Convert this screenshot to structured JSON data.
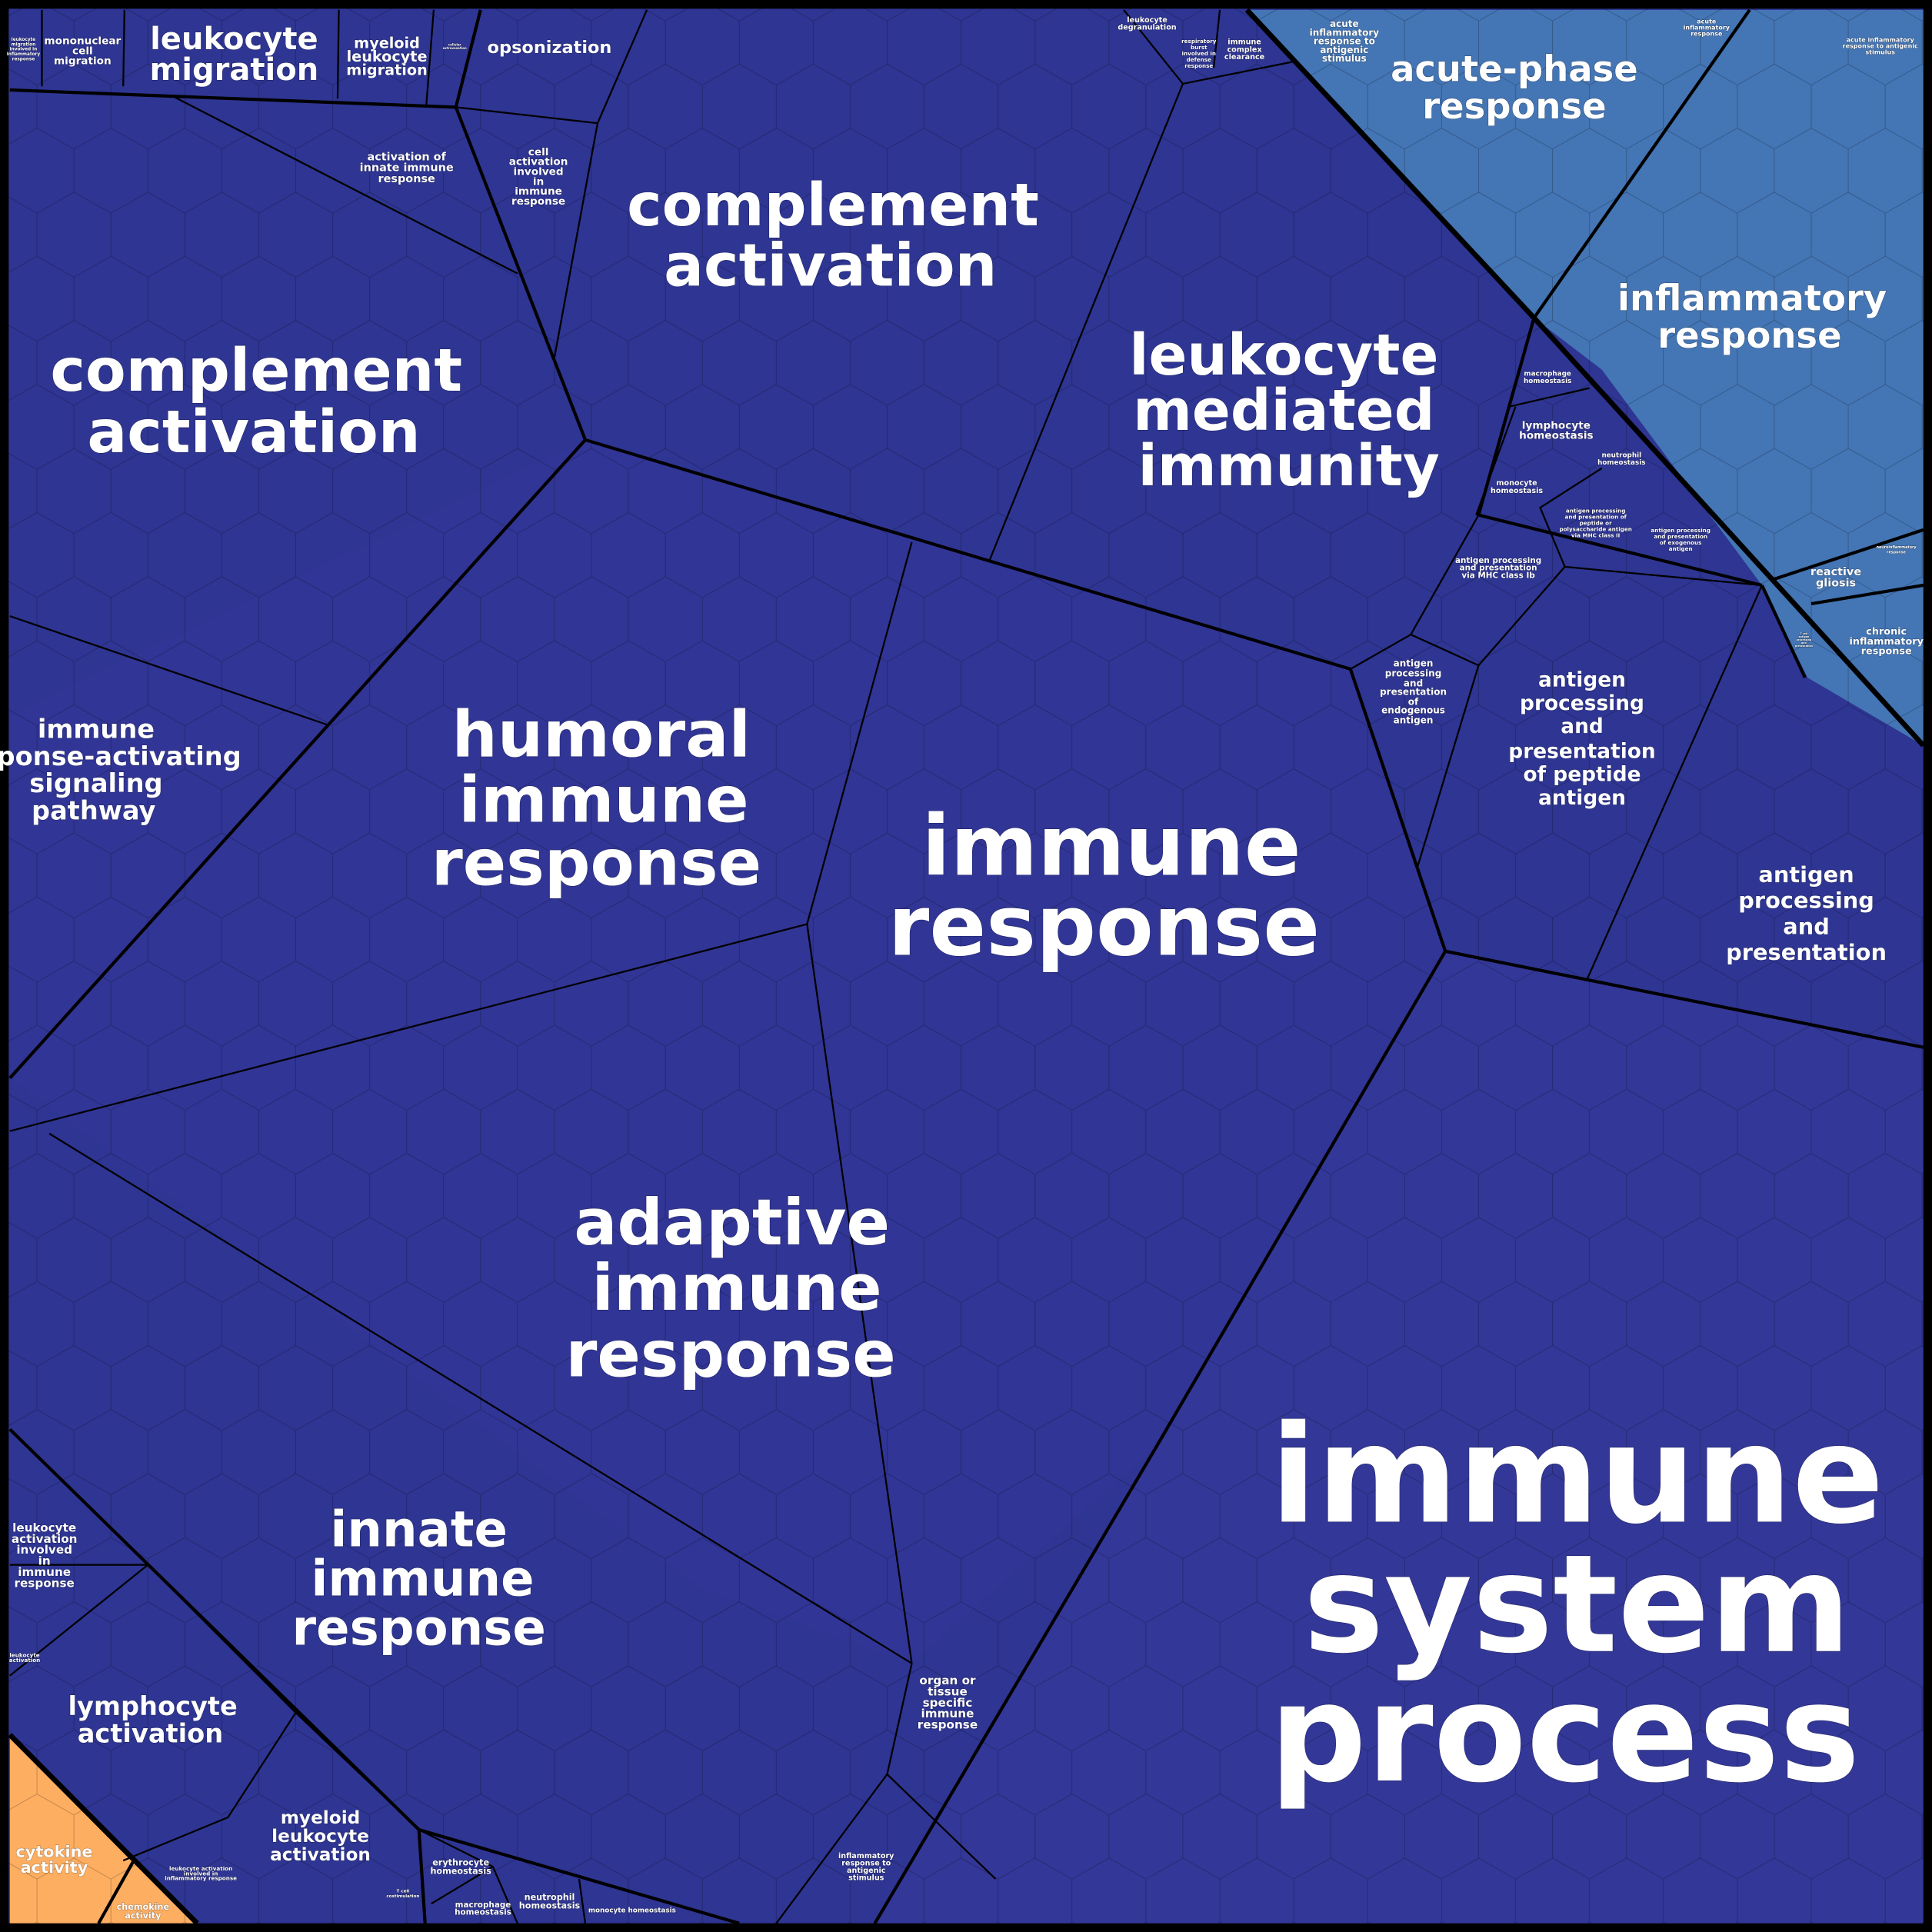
{
  "colors": {
    "immune": "#2e3592",
    "immune_alt": "#323696",
    "inflammatory": "#4475b4",
    "cytokine": "#fdae61",
    "border": "#000000",
    "label": "#ffffff"
  },
  "regions": {
    "immune_system_process": "immune system process",
    "immune_response": "immune response",
    "adaptive_immune_response": "adaptive immune response",
    "humoral_immune_response": "humoral immune response",
    "innate_immune_response": "innate immune response",
    "complement_activation_left": "complement activation",
    "complement_activation_top": "complement activation",
    "leukocyte_mediated_immunity": "leukocyte mediated immunity",
    "immune_response_activating_signaling_pathway": "immune response-activating signaling pathway",
    "leukocyte_migration": "leukocyte migration",
    "mononuclear_cell_migration": "mononuclear cell migration",
    "leukocyte_migration_inflammatory": "leukocyte migration involved in inflammatory response",
    "myeloid_leukocyte_migration": "myeloid leukocyte migration",
    "cellular_extravasation": "cellular extravasation",
    "opsonization": "opsonization",
    "activation_of_innate_immune_response": "activation of innate immune response",
    "cell_activation_involved_in_immune_response": "cell activation involved in immune response",
    "leukocyte_degranulation": "leukocyte degranulation",
    "respiratory_burst": "respiratory burst involved in defense response",
    "immune_complex_clearance": "immune complex clearance",
    "acute_phase_response": "acute-phase response",
    "acute_inflammatory_response_to_antigenic_stimulus_1": "acute inflammatory response to antigenic stimulus",
    "acute_inflammatory_response": "acute inflammatory response",
    "acute_inflammatory_response_to_antigenic_stimulus_2": "acute inflammatory response to antigenic stimulus",
    "inflammatory_response": "inflammatory response",
    "reactive_gliosis": "reactive gliosis",
    "neuroinflammatory_response": "neuroinflammatory response",
    "chronic_inflammatory_response": "chronic inflammatory response",
    "macrophage_homeostasis_top": "macrophage homeostasis",
    "lymphocyte_homeostasis": "lymphocyte homeostasis",
    "neutrophil_homeostasis_top": "neutrophil homeostasis",
    "monocyte_homeostasis_top": "monocyte homeostasis",
    "antigen_pp_mhc_ii": "antigen processing and presentation of peptide or polysaccharide antigen via MHC class II",
    "antigen_pp_exogenous": "antigen processing and presentation of exogenous antigen",
    "antigen_pp_mhc_ib": "antigen processing and presentation via MHC class Ib",
    "antigen_pp_endogenous": "antigen processing and presentation of endogenous antigen",
    "antigen_pp_peptide": "antigen processing and presentation of peptide antigen",
    "antigen_pp": "antigen processing and presentation",
    "t_cell_antigen_pp": "T cell antigen processing and presentation",
    "leukocyte_activation_involved_in_immune_response": "leukocyte activation involved in immune response",
    "leukocyte_activation": "leukocyte activation",
    "lymphocyte_activation": "lymphocyte activation",
    "myeloid_leukocyte_activation": "myeloid leukocyte activation",
    "leukocyte_activation_inflammatory": "leukocyte activation involved in inflammatory response",
    "t_cell_costimulation": "T cell costimulation",
    "erythrocyte_homeostasis": "erythrocyte homeostasis",
    "macrophage_homeostasis_bottom": "macrophage homeostasis",
    "neutrophil_homeostasis_bottom": "neutrophil homeostasis",
    "monocyte_homeostasis_bottom": "monocyte homeostasis",
    "organ_or_tissue_specific_immune_response": "organ or tissue specific immune response",
    "inflammatory_response_to_antigenic_stimulus": "inflammatory response to antigenic stimulus",
    "cytokine_activity": "cytokine activity",
    "chemokine_activity": "chemokine activity"
  }
}
